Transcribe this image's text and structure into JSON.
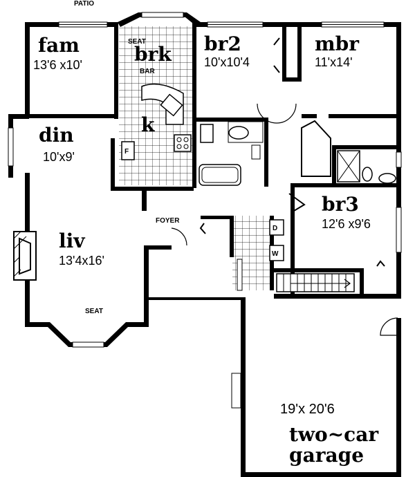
{
  "labels": {
    "patio": "PATIO",
    "foyer": "FOYER",
    "seat_kitchen": "SEAT",
    "seat_living": "SEAT",
    "bar": "BAR",
    "fridge": "F",
    "dryer": "D",
    "washer": "W"
  },
  "rooms": {
    "fam": {
      "name": "fam",
      "dims": "13'6 x10'"
    },
    "brk": {
      "name": "brk"
    },
    "kitchen": {
      "name": "k"
    },
    "br2": {
      "name": "br2",
      "dims": "10'x10'4"
    },
    "mbr": {
      "name": "mbr",
      "dims": "11'x14'"
    },
    "din": {
      "name": "din",
      "dims": "10'x9'"
    },
    "liv": {
      "name": "liv",
      "dims": "13'4x16'"
    },
    "br3": {
      "name": "br3",
      "dims": "12'6 x9'6"
    },
    "garage": {
      "name_line1": "two~car",
      "name_line2": "garage",
      "dims": "19'x 20'6"
    }
  }
}
